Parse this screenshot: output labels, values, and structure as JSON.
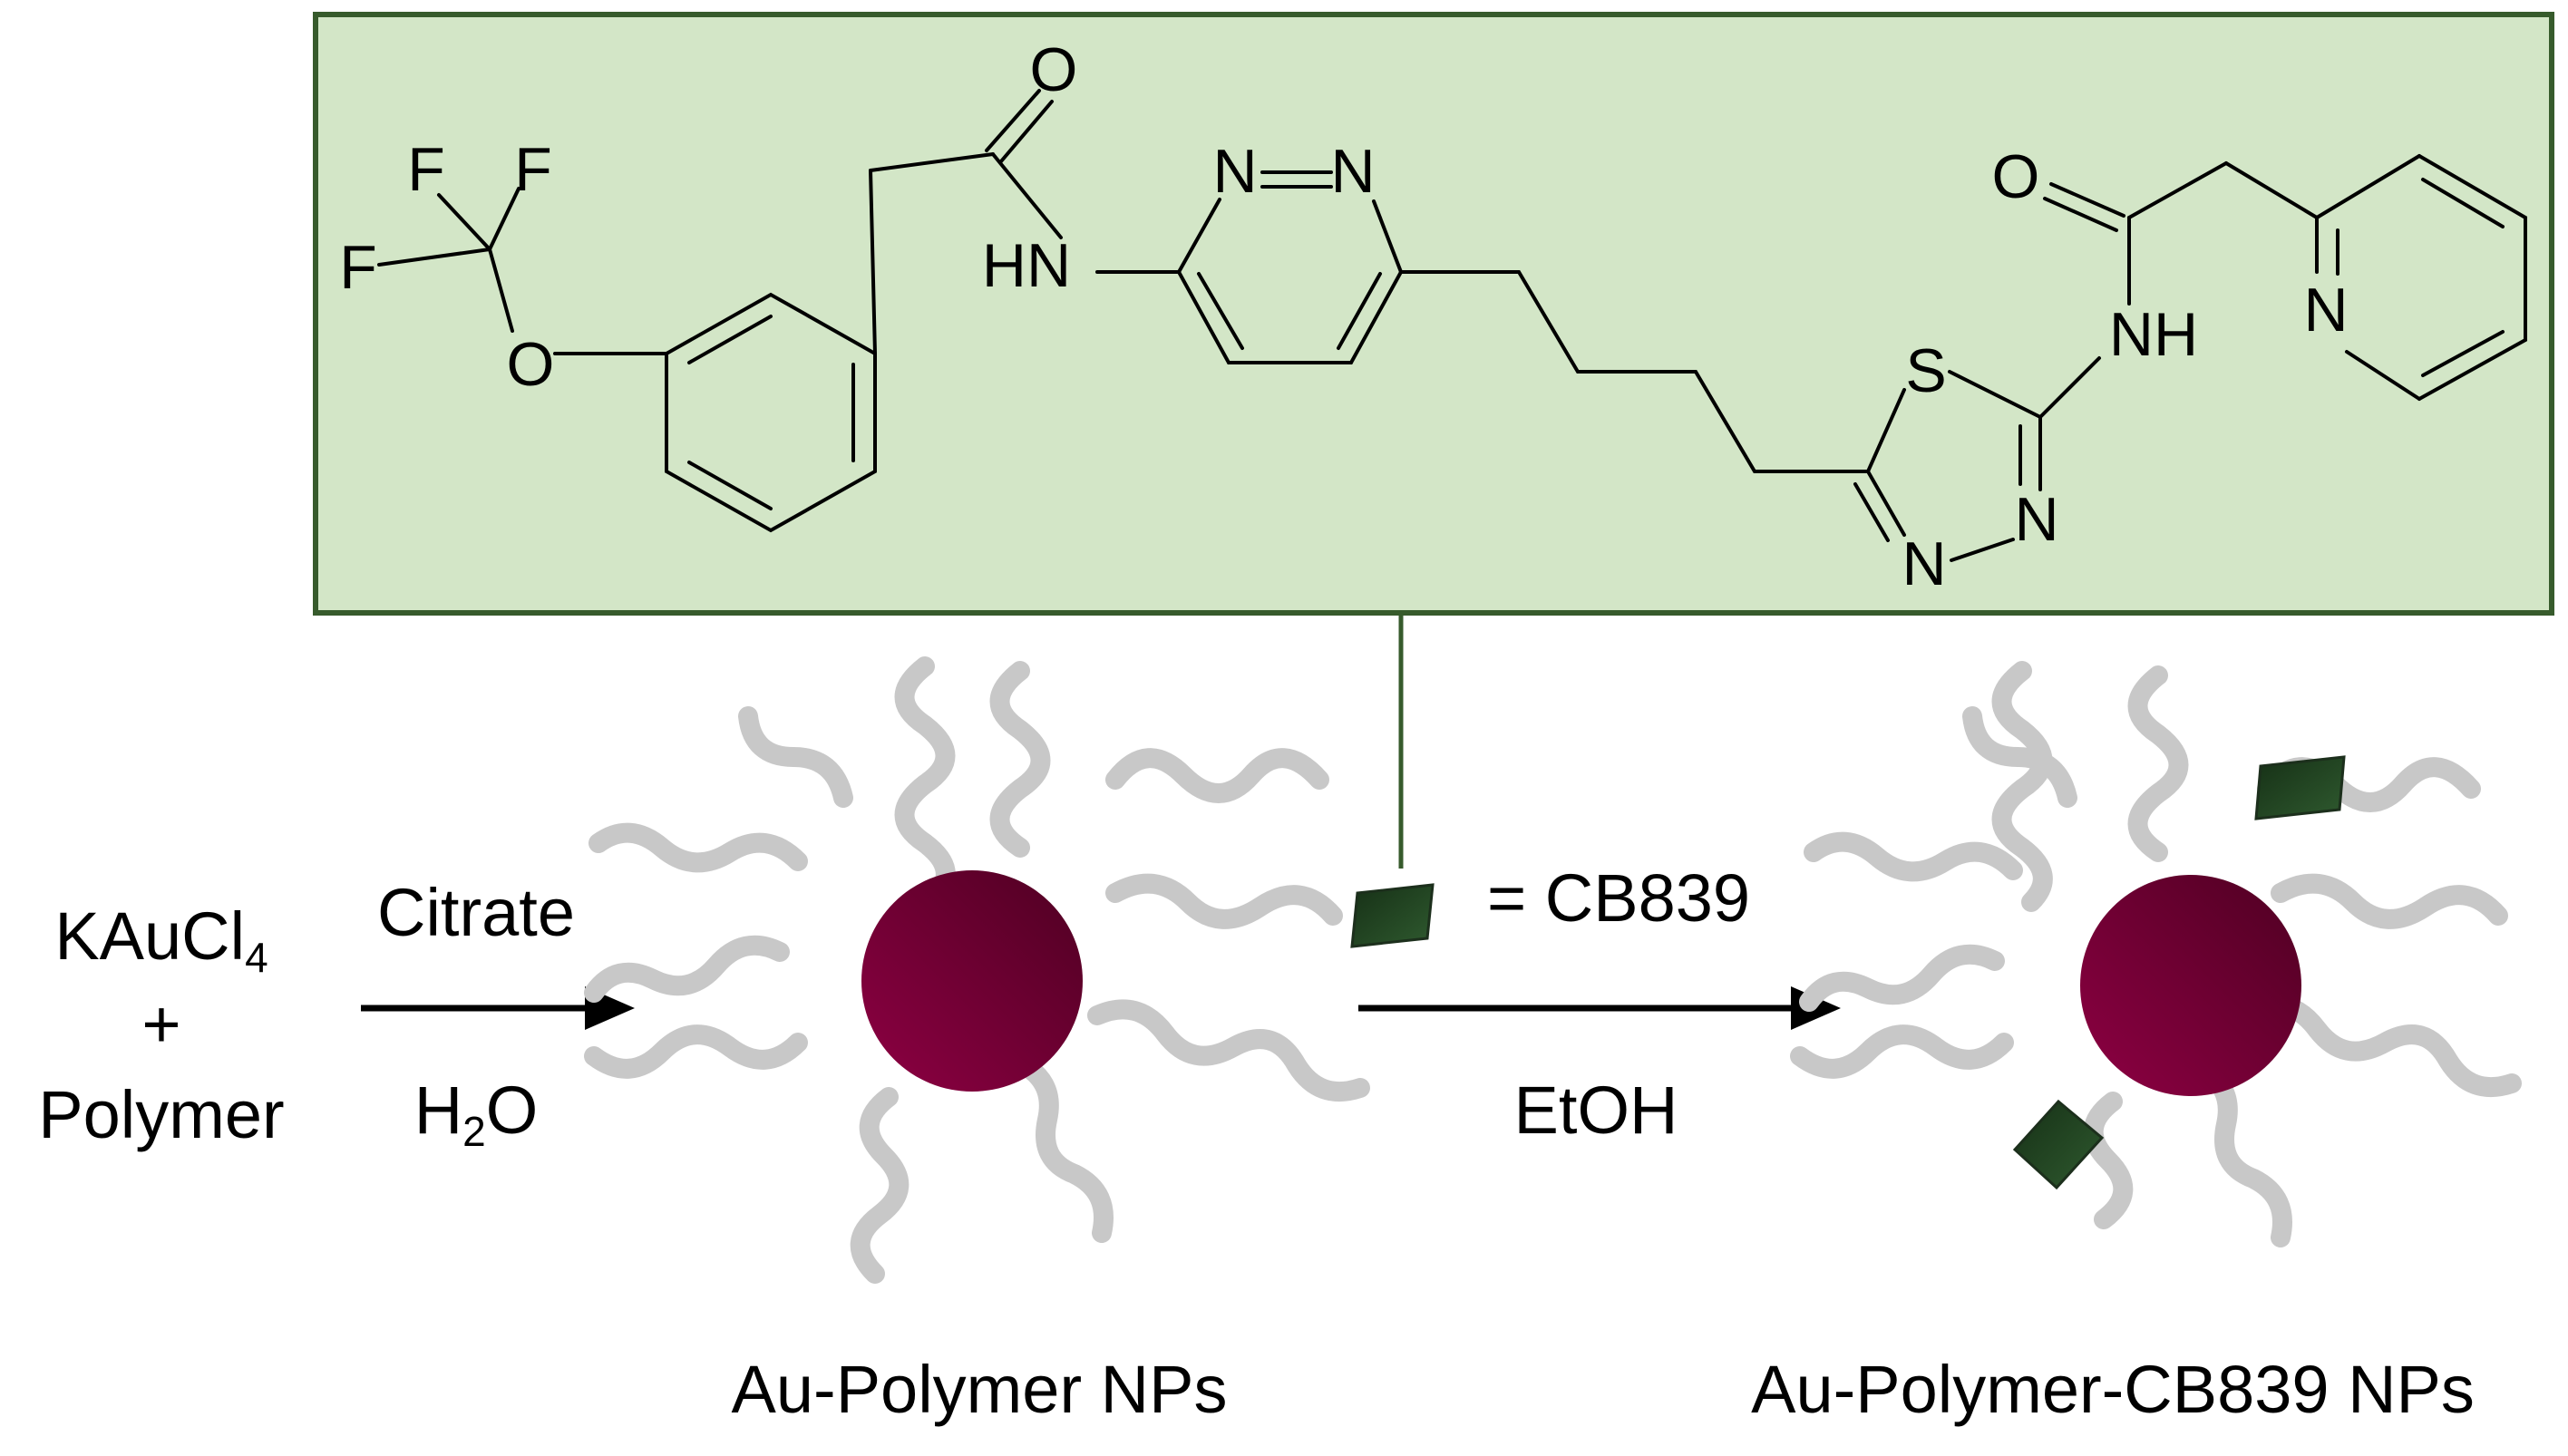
{
  "molecule": {
    "atoms": {
      "o_amide_left": "O",
      "hn_left": "HN",
      "n1": "N",
      "n2": "N",
      "s": "S",
      "n_thia_right": "N",
      "n_thia_left": "N",
      "nh_right": "NH",
      "o_amide_right": "O",
      "n_pyridine": "N",
      "f1": "F",
      "f2": "F",
      "f3": "F",
      "o_ether": "O"
    }
  },
  "reaction": {
    "reactant_1": "KAuCl",
    "reactant_1_sub": "4",
    "plus": "+",
    "reactant_2": "Polymer",
    "step1_reagent": "Citrate",
    "step1_solvent_h": "H",
    "step1_solvent_sub": "2",
    "step1_solvent_o": "O",
    "legend_text": "= CB839",
    "step2_solvent": "EtOH",
    "product_1": "Au-Polymer NPs",
    "product_2": "Au-Polymer-CB839 NPs"
  },
  "colors": {
    "box_fill": "#d3e6c7",
    "box_border": "#375b2c",
    "np_light": "#8e0043",
    "np_dark": "#5c0028",
    "drug_mark": "#1f3d1f",
    "polymer": "#c8c8c8"
  }
}
